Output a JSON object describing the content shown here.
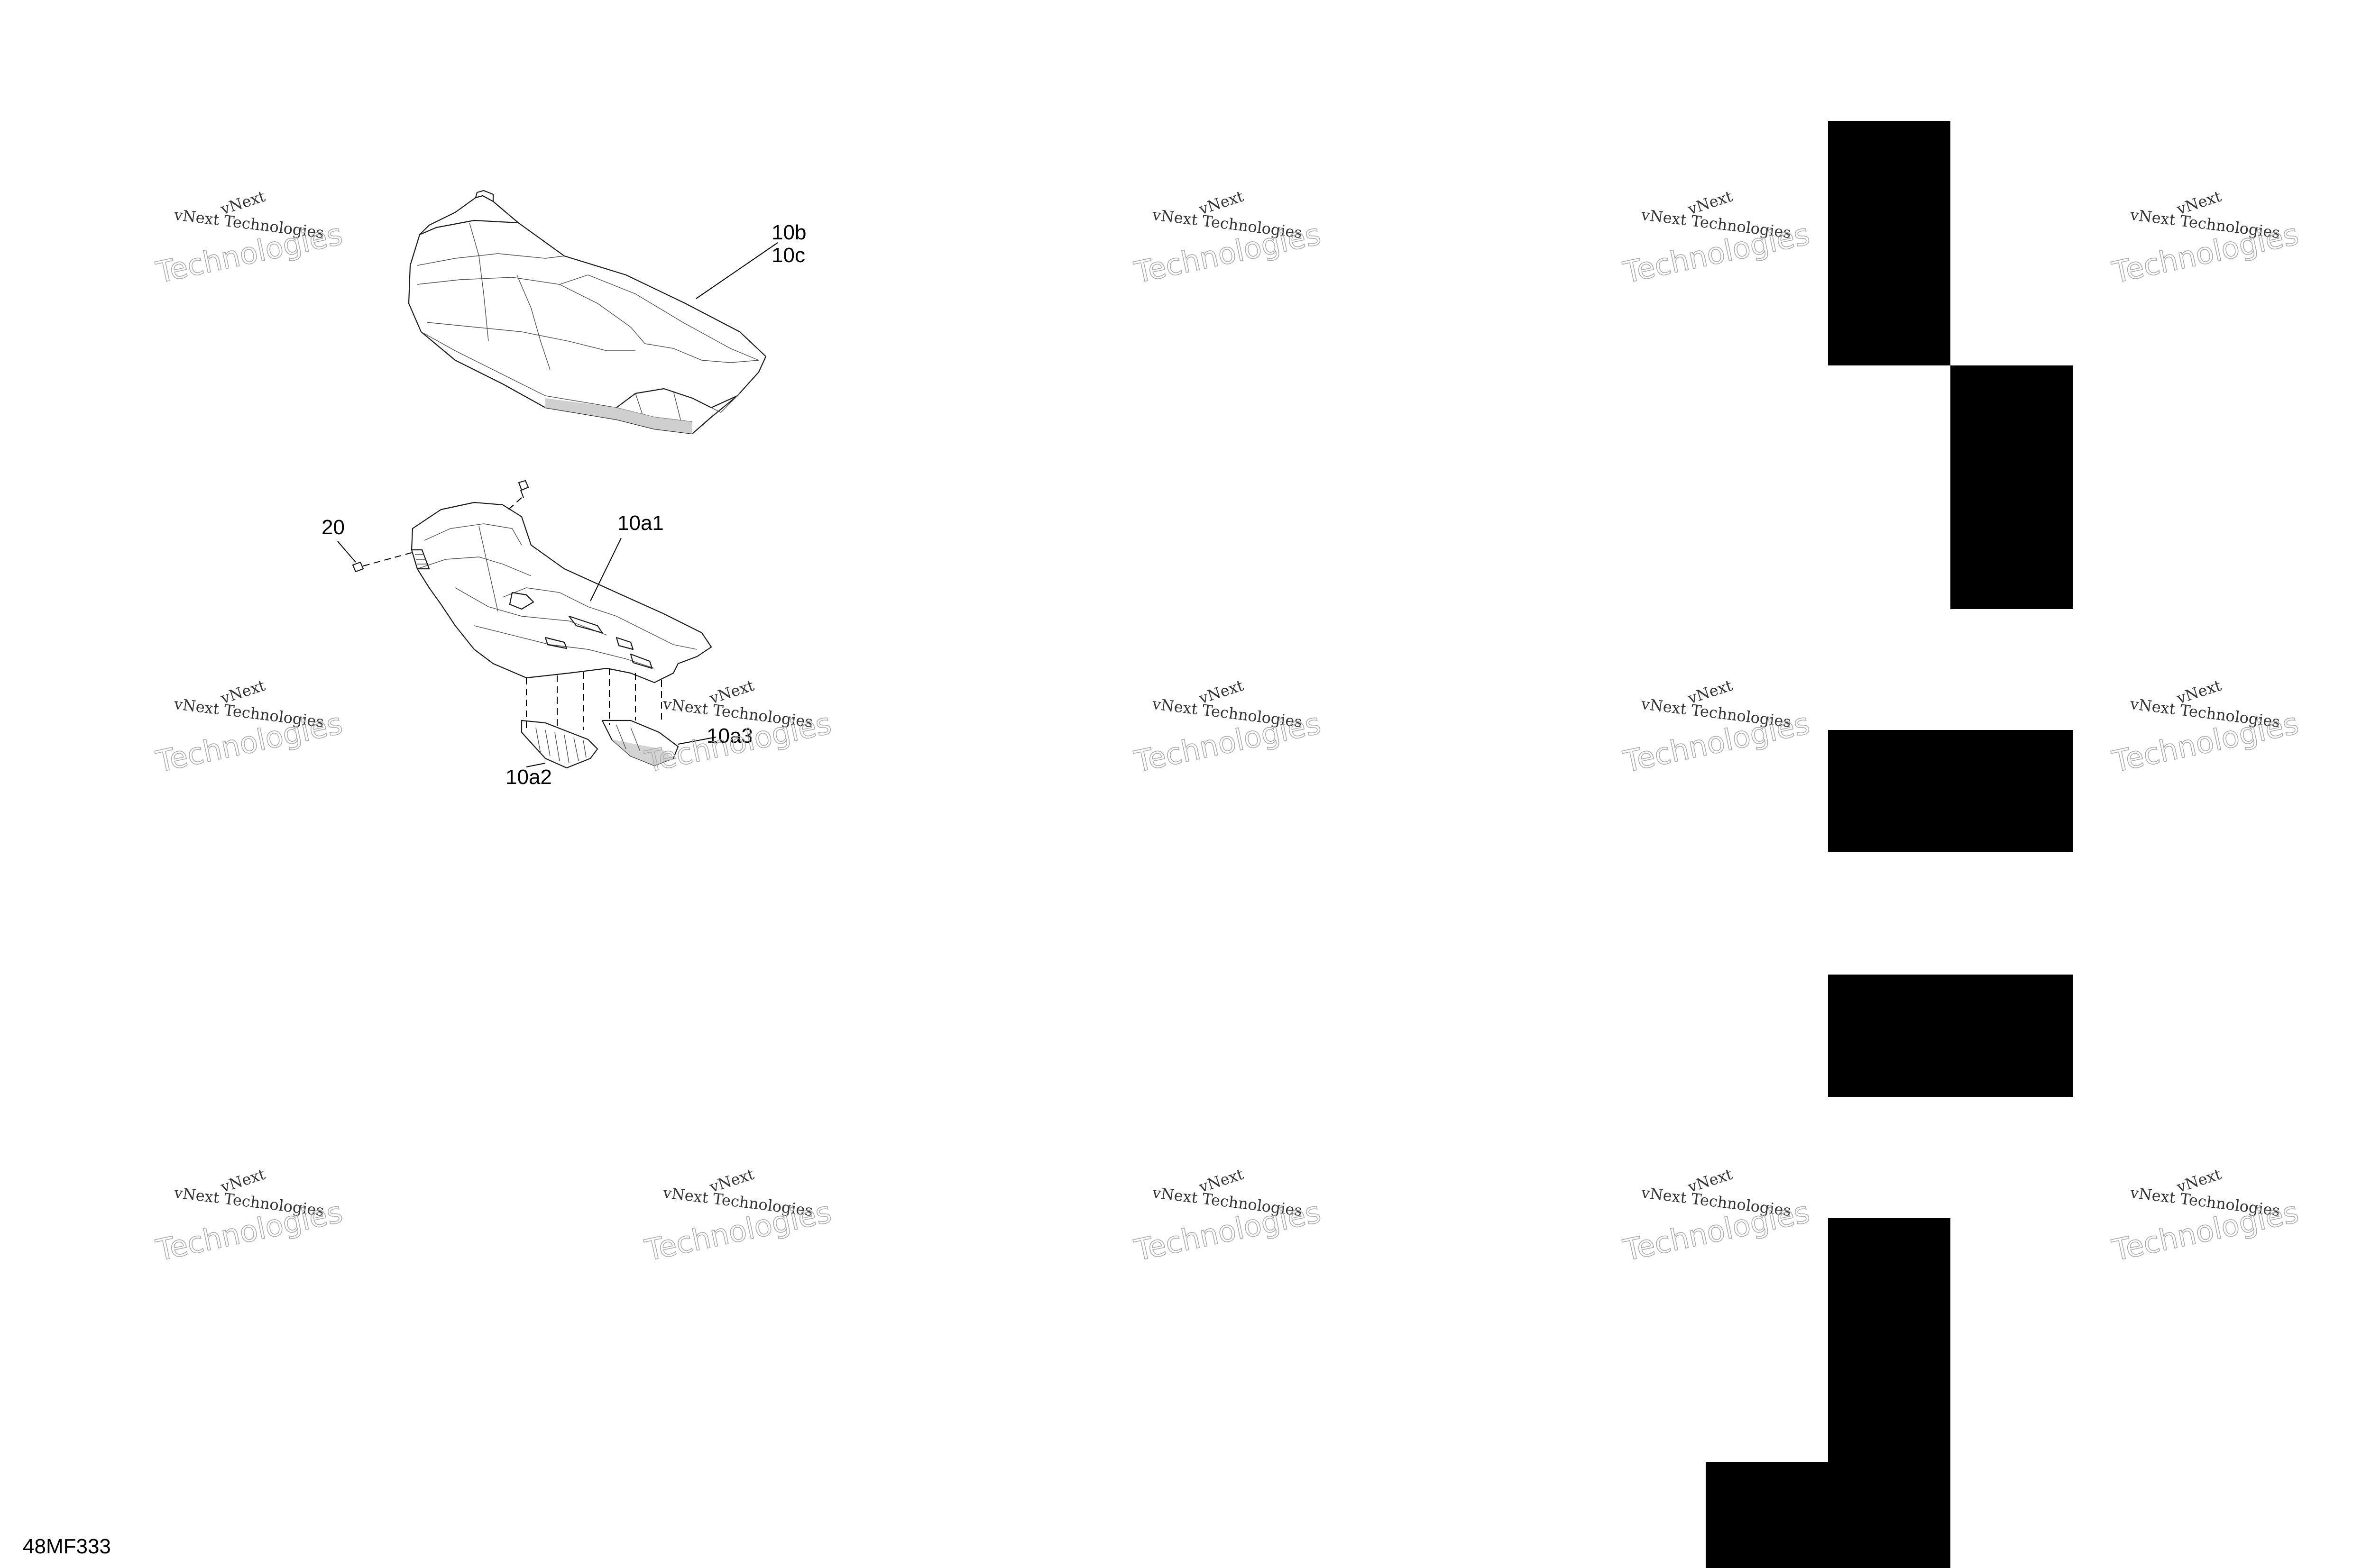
{
  "callouts": {
    "seat_cover_b": "10b",
    "seat_cover_c": "10c",
    "seat_base": "10a1",
    "screw": "20",
    "pad_left": "10a2",
    "pad_right": "10a3"
  },
  "watermark": {
    "line1": "vNext Technologies",
    "line2a": "vNext",
    "line2b": "Technologies"
  },
  "drawing_id": "48MF333",
  "colors": {
    "background": "#ffffff",
    "ink": "#000000",
    "pattern_block": "#000000",
    "watermark_outline": "#aaaaaa"
  }
}
